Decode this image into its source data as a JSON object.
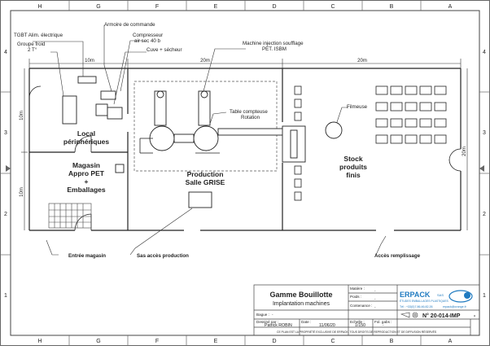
{
  "grid": {
    "cols_top": [
      "H",
      "G",
      "F",
      "E",
      "D",
      "C",
      "B",
      "A"
    ],
    "cols_bottom": [
      "H",
      "G",
      "F",
      "E",
      "D",
      "C",
      "B",
      "A"
    ],
    "rows_left": [
      "4",
      "3",
      "2",
      "1"
    ],
    "rows_right": [
      "4",
      "3",
      "2",
      "1"
    ]
  },
  "labels": {
    "tgbt": "TGBT Alim. électrique",
    "armoire": "Armoire de commande",
    "groupe_froid": "Groupe froid",
    "groupe_froid_value": "2 T°",
    "compresseur": "Compresseur",
    "compresseur_value": "air sec 40 b",
    "cuve": "Cuve + sécheur",
    "machine": "Machine injection soufflage",
    "machine_value": "PET. ISBM",
    "table": "Table compteuse",
    "table_value": "Rotation",
    "filmeuse": "Filmeuse",
    "local": "Local",
    "local2": "périphériques",
    "magasin1": "Magasin",
    "magasin2": "Appro PET",
    "magasin3": "+",
    "magasin4": "Emballages",
    "production1": "Production",
    "production2": "Salle GRISE",
    "stock1": "Stock",
    "stock2": "produits",
    "stock3": "finis",
    "entree": "Entrée magasin",
    "sas": "Sas accès production",
    "acces": "Accès remplissage"
  },
  "dimensions": {
    "d_10m_top": "10m",
    "d_20m_mid": "20m",
    "d_20m_right": "20m",
    "d_10m_left_top": "10m",
    "d_10m_left_bottom": "10m",
    "d_20m_side": "20m"
  },
  "title_block": {
    "title": "Gamme Bouillotte",
    "subtitle": "Implantation machines",
    "matiere_label": "Matière :",
    "matiere_value": "-",
    "poids_label": "Poids :",
    "poids_value": "-",
    "contenance_label": "Contenance :",
    "contenance_value": "-",
    "bague_label": "Bague :",
    "bague_value": "-",
    "dessine_label": "Dessiné par :",
    "dessine_value": "Patrick ROBIN",
    "date_label": "Date :",
    "date_value": "11/06/20",
    "echelle_label": "Echelle :",
    "echelle_value": "1/150",
    "fol_label": "Fol. gabs :",
    "fol_value": "-",
    "company": "ERPACK",
    "company_suffix": "SAS",
    "company_tagline": "ÉTUDES EMBALLAGES PLASTIQUES",
    "contact_tel": "Tél : +33(0)7.86.46.82.26",
    "contact_mail": "erpack@orange.fr",
    "number": "N° 20-014-IMP",
    "revision": "-",
    "footer_note": "CE PLAN EST LA PROPRIÉTÉ EXCLUSIVE DE ERPACK, TOUS DROITS DE REPRODUCTION ET DE DIFFUSION RÉSERVÉS"
  }
}
